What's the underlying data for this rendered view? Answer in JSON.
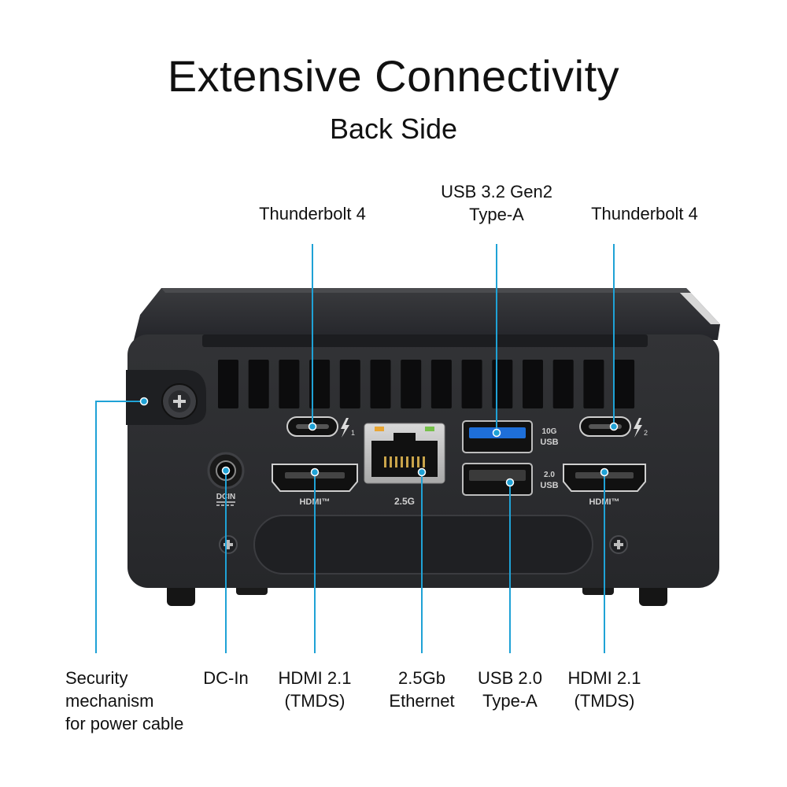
{
  "header": {
    "title": "Extensive Connectivity",
    "subtitle": "Back Side"
  },
  "callouts_top": [
    {
      "id": "tb4-left",
      "lines": [
        "Thunderbolt  4"
      ]
    },
    {
      "id": "usb32",
      "lines": [
        "USB 3.2 Gen2",
        "Type-A"
      ]
    },
    {
      "id": "tb4-right",
      "lines": [
        "Thunderbolt  4"
      ]
    }
  ],
  "callouts_bottom": [
    {
      "id": "security",
      "lines": [
        "Security",
        "mechanism",
        "for power cable"
      ]
    },
    {
      "id": "dcin",
      "lines": [
        "DC-In"
      ]
    },
    {
      "id": "hdmi-left",
      "lines": [
        "HDMI 2.1",
        "(TMDS)"
      ]
    },
    {
      "id": "ethernet",
      "lines": [
        "2.5Gb",
        "Ethernet"
      ]
    },
    {
      "id": "usb20",
      "lines": [
        "USB 2.0",
        "Type-A"
      ]
    },
    {
      "id": "hdmi-right",
      "lines": [
        "HDMI 2.1",
        "(TMDS)"
      ]
    }
  ],
  "device_markings": {
    "usb_top": [
      "10G",
      "USB"
    ],
    "usb_bottom": [
      "2.0",
      "USB"
    ],
    "lan": "2.5G",
    "dcin": "DCIN",
    "hdmi": "HDMI™",
    "tb_left_index": "1",
    "tb_right_index": "2"
  },
  "colors": {
    "callout_line": "#1fa2d6",
    "body": "#2b2c2e",
    "usb3_blue": "#1e6fd9"
  },
  "icons": [
    "screw-icon",
    "thunderbolt-icon",
    "usb-c-port",
    "rj45-port",
    "hdmi-port",
    "usb-a-port",
    "dc-jack"
  ]
}
